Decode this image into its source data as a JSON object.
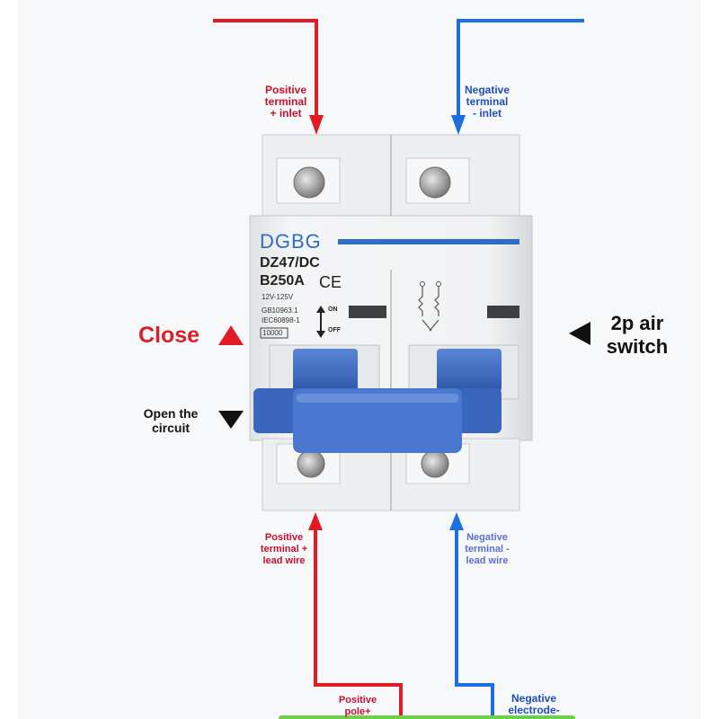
{
  "labels": {
    "positive_inlet": [
      "Positive",
      "terminal",
      "+ inlet"
    ],
    "negative_inlet": [
      "Negative",
      "terminal",
      "- inlet"
    ],
    "positive_lead": [
      "Positive",
      "terminal +",
      "lead wire"
    ],
    "negative_lead": [
      "Negative",
      "terminal -",
      "lead wire"
    ],
    "positive_pole": [
      "Positive",
      "pole+"
    ],
    "negative_electrode": [
      "Negative",
      "electrode-"
    ],
    "close": "Close",
    "open": [
      "Open the",
      "circuit"
    ],
    "switch": [
      "2p air",
      "switch"
    ]
  },
  "breaker": {
    "brand": "DGBG",
    "model": "DZ47/DC",
    "rating": "B250A",
    "ce": "CE",
    "voltage": "12V-125V",
    "std1": "GB10963.1",
    "std2": "IEC60898-1",
    "code": "10000",
    "on": "ON",
    "off": "OFF"
  },
  "colors": {
    "positive_wire": "#e01b24",
    "negative_wire": "#1b6fe0",
    "handle_blue": "#3f6cc4",
    "breaker_body": "#eef0f1"
  }
}
